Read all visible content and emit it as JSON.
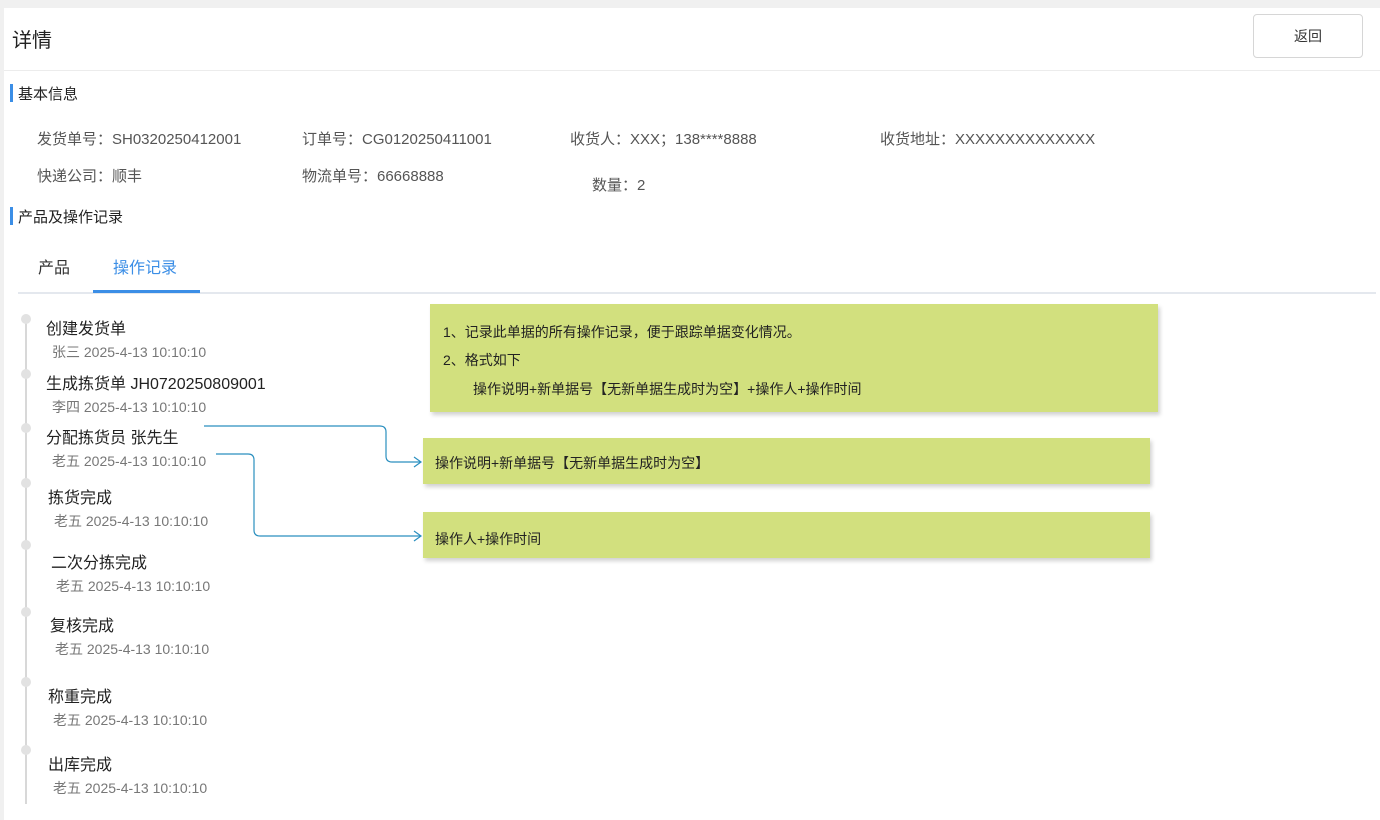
{
  "header": {
    "title": "详情",
    "back_label": "返回"
  },
  "basic_info": {
    "section_title": "基本信息",
    "shipment_no": "发货单号：SH0320250412001",
    "order_no": "订单号：CG0120250411001",
    "consignee": "收货人：XXX；138****8888",
    "address": "收货地址：XXXXXXXXXXXXXX",
    "courier": "快递公司：顺丰",
    "tracking_no": "物流单号：66668888",
    "quantity": "数量：2"
  },
  "products_section": {
    "section_title": "产品及操作记录",
    "tabs": [
      {
        "label": "产品",
        "active": false
      },
      {
        "label": "操作记录",
        "active": true
      }
    ]
  },
  "timeline": [
    {
      "title": "创建发货单",
      "meta": "张三   2025-4-13 10:10:10"
    },
    {
      "title": "生成拣货单  JH0720250809001",
      "meta": "李四  2025-4-13 10:10:10"
    },
    {
      "title": "分配拣货员  张先生",
      "meta": "老五  2025-4-13 10:10:10"
    },
    {
      "title": "拣货完成",
      "meta": "老五  2025-4-13 10:10:10"
    },
    {
      "title": "二次分拣完成",
      "meta": "老五  2025-4-13 10:10:10"
    },
    {
      "title": "复核完成",
      "meta": "老五  2025-4-13 10:10:10"
    },
    {
      "title": "称重完成",
      "meta": "老五  2025-4-13 10:10:10"
    },
    {
      "title": "出库完成",
      "meta": "老五  2025-4-13 10:10:10"
    }
  ],
  "annotations": {
    "main_note": {
      "line1": "1、记录此单据的所有操作记录，便于跟踪单据变化情况。",
      "line2": "2、格式如下",
      "line3": "操作说明+新单据号【无新单据生成时为空】+操作人+操作时间"
    },
    "note_title": "操作说明+新单据号【无新单据生成时为空】",
    "note_meta": "操作人+操作时间"
  },
  "colors": {
    "accent": "#3b8ee6",
    "note_bg": "#d2e07e",
    "connector": "#2a8fbf"
  }
}
